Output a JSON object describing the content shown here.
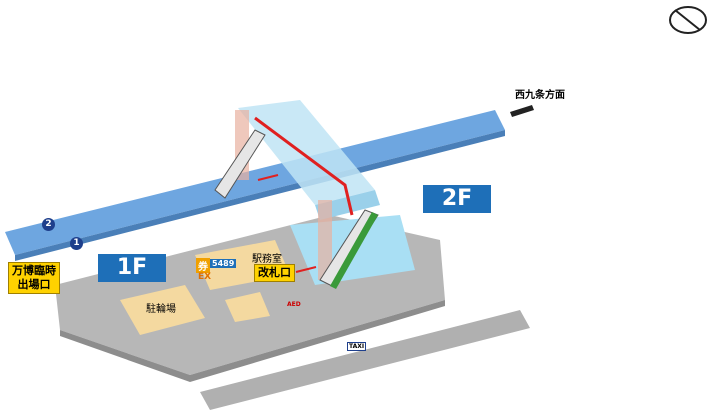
{
  "floors": {
    "upper": "2F",
    "lower": "1F"
  },
  "labels": {
    "direction": "西九条方面",
    "station_office": "駅務室",
    "ticket_gate": "改札口",
    "bicycle_parking": "駐輪場",
    "expo_exit_line1": "万博臨時",
    "expo_exit_line2": "出場口",
    "ticket_machine_mark": "券",
    "ic_card_mark": "5489",
    "ex_mark": "EX",
    "aed": "AED",
    "taxi": "TAXI"
  },
  "markers": {
    "track_1": "1",
    "track_2": "2"
  },
  "icons": [
    "compass-icon",
    "elevator-icon",
    "wheelchair-icon",
    "toilet-icon",
    "phone-icon",
    "bus-icon",
    "taxi-icon",
    "aed-icon",
    "locker-icon",
    "ticket-machine-icon"
  ],
  "colors": {
    "platform": "#6ea6e0",
    "floor_badge": "#1e6fb8",
    "accent_red": "#e02020",
    "sign_yellow": "#ffd200",
    "ground": "#b3b3b3"
  }
}
